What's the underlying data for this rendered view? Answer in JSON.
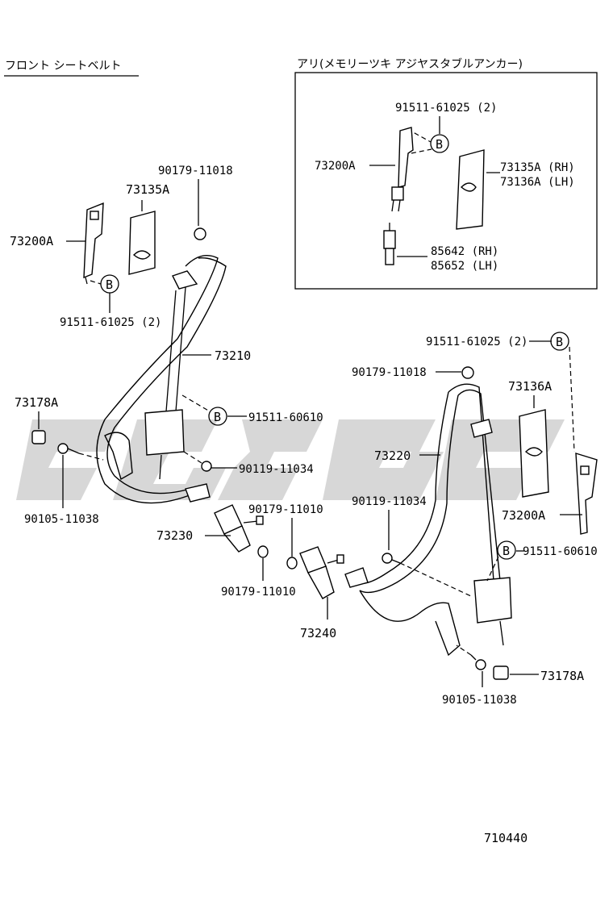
{
  "header": {
    "front_title": "フロント シートベルト",
    "inset_title": "アリ(メモリーツキ アジヤスタブルアンカー)"
  },
  "inset": {
    "bolt": "91511-61025 (2)",
    "callout": "B",
    "retractor": "73200A",
    "cover_rh": "73135A (RH)",
    "cover_lh": "73136A (LH)",
    "anchor_rh": "85642 (RH)",
    "anchor_lh": "85652 (LH)"
  },
  "left": {
    "nut_top": "90179-11018",
    "cover": "73135A",
    "retractor": "73200A",
    "callout_b1": "B",
    "bolt_b1": "91511-61025 (2)",
    "belt": "73210",
    "callout_b2": "B",
    "bolt_b2": "91511-60610",
    "bolt_mid": "90119-11034",
    "cap": "73178A",
    "bolt_low": "90105-11038",
    "buckle": "73230",
    "nut_buckle_top": "90179-11010",
    "nut_buckle_bottom": "90179-11010"
  },
  "right": {
    "bolt_top": "91511-61025 (2)",
    "callout_b3": "B",
    "nut_top": "90179-11018",
    "cover": "73136A",
    "belt": "73220",
    "bolt_mid": "90119-11034",
    "retractor": "73200A",
    "callout_b4": "B",
    "bolt_b4": "91511-60610",
    "buckle": "73240",
    "cap": "73178A",
    "bolt_low": "90105-11038"
  },
  "footer": {
    "diagram_number": "710440"
  }
}
